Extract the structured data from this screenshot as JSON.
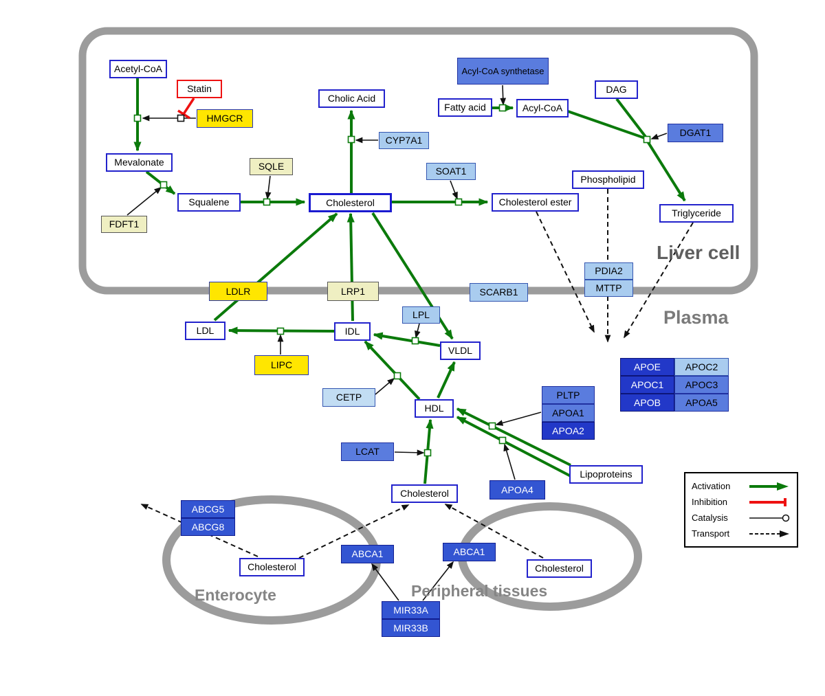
{
  "regions": {
    "liver_cell": "Liver cell",
    "plasma": "Plasma",
    "enterocyte": "Enterocyte",
    "peripheral_tissues": "Peripheral tissues"
  },
  "nodes": {
    "acetyl_coa": "Acetyl-CoA",
    "statin": "Statin",
    "hmgcr": "HMGCR",
    "mevalonate": "Mevalonate",
    "fdft1": "FDFT1",
    "squalene": "Squalene",
    "sqle": "SQLE",
    "cholic_acid": "Cholic Acid",
    "cyp7a1": "CYP7A1",
    "cholesterol_liver": "Cholesterol",
    "soat1": "SOAT1",
    "cholesterol_ester": "Cholesterol ester",
    "acyl_coa_synthetase": "Acyl-CoA synthetase",
    "fatty_acid": "Fatty acid",
    "acyl_coa": "Acyl-CoA",
    "dag": "DAG",
    "dgat1": "DGAT1",
    "phospholipid": "Phospholipid",
    "triglyceride": "Triglyceride",
    "pdia2": "PDIA2",
    "mttp": "MTTP",
    "ldlr": "LDLR",
    "lrp1": "LRP1",
    "scarb1": "SCARB1",
    "ldl": "LDL",
    "idl": "IDL",
    "lpl": "LPL",
    "vldl": "VLDL",
    "lipc": "LIPC",
    "cetp": "CETP",
    "hdl": "HDL",
    "pltp": "PLTP",
    "apoa1": "APOA1",
    "apoa2": "APOA2",
    "apoe": "APOE",
    "apoc2": "APOC2",
    "apoc1": "APOC1",
    "apoc3": "APOC3",
    "apob": "APOB",
    "apoa5": "APOA5",
    "lcat": "LCAT",
    "apoa4": "APOA4",
    "lipoproteins": "Lipoproteins",
    "cholesterol_plasma": "Cholesterol",
    "abcg5": "ABCG5",
    "abcg8": "ABCG8",
    "cholesterol_enterocyte": "Cholesterol",
    "abca1_enterocyte": "ABCA1",
    "abca1_peripheral": "ABCA1",
    "cholesterol_peripheral": "Cholesterol",
    "mir33a": "MIR33A",
    "mir33b": "MIR33B"
  },
  "legend": {
    "activation": "Activation",
    "inhibition": "Inhibition",
    "catalysis": "Catalysis",
    "transport": "Transport"
  },
  "colors": {
    "activation_green": "#0b7a0b",
    "inhibition_red": "#ee1111",
    "membrane_gray": "#9c9c9c",
    "node_border_blue": "#2222cc",
    "gene_yellow": "#ffe600",
    "gene_cream": "#efefc2",
    "gene_lightblue": "#a9ccef",
    "gene_midblue": "#5a7cde",
    "gene_blue": "#3355d2",
    "gene_darkblue": "#2238c8"
  },
  "edges": [
    {
      "from": "acetyl_coa",
      "to": "mevalonate",
      "type": "activation",
      "catalyst": "hmgcr"
    },
    {
      "from": "statin",
      "to": "hmgcr",
      "type": "inhibition"
    },
    {
      "from": "mevalonate",
      "to": "squalene",
      "type": "activation",
      "catalyst": "fdft1"
    },
    {
      "from": "squalene",
      "to": "cholesterol_liver",
      "type": "activation",
      "catalyst": "sqle"
    },
    {
      "from": "cholesterol_liver",
      "to": "cholic_acid",
      "type": "activation",
      "catalyst": "cyp7a1"
    },
    {
      "from": "cholesterol_liver",
      "to": "cholesterol_ester",
      "type": "activation",
      "catalyst": "soat1"
    },
    {
      "from": "fatty_acid",
      "to": "acyl_coa",
      "type": "activation",
      "catalyst": "acyl_coa_synthetase"
    },
    {
      "from": "acyl_coa",
      "to": "triglyceride",
      "type": "activation",
      "catalyst": "dgat1"
    },
    {
      "from": "dag",
      "to": "triglyceride",
      "type": "activation",
      "catalyst": "dgat1"
    },
    {
      "from": "ldl",
      "to": "cholesterol_liver",
      "type": "activation",
      "via": "ldlr"
    },
    {
      "from": "idl",
      "to": "cholesterol_liver",
      "type": "activation",
      "via": "lrp1"
    },
    {
      "from": "idl",
      "to": "ldl",
      "type": "activation",
      "catalyst": "lipc"
    },
    {
      "from": "vldl",
      "to": "idl",
      "type": "activation",
      "catalyst": "lpl"
    },
    {
      "from": "cholesterol_liver",
      "to": "vldl",
      "type": "activation"
    },
    {
      "from": "hdl",
      "to": "idl",
      "type": "activation",
      "catalyst": "cetp"
    },
    {
      "from": "hdl",
      "to": "vldl",
      "type": "activation"
    },
    {
      "from": "cholesterol_plasma",
      "to": "hdl",
      "type": "activation",
      "catalyst": "lcat"
    },
    {
      "from": "lipoproteins",
      "to": "hdl",
      "type": "activation",
      "catalyst": "apoa1"
    },
    {
      "from": "lipoproteins",
      "to": "hdl",
      "type": "activation",
      "catalyst": "apoa4"
    },
    {
      "from": "cholesterol_ester",
      "to": "plasma",
      "type": "transport"
    },
    {
      "from": "phospholipid",
      "to": "plasma",
      "type": "transport",
      "via": "pdia2/mttp"
    },
    {
      "from": "triglyceride",
      "to": "plasma",
      "type": "transport"
    },
    {
      "from": "cholesterol_enterocyte",
      "to": "plasma",
      "type": "transport",
      "via": "abcg5/abcg8"
    },
    {
      "from": "cholesterol_enterocyte",
      "to": "cholesterol_plasma",
      "type": "transport",
      "via": "abca1_enterocyte"
    },
    {
      "from": "cholesterol_peripheral",
      "to": "cholesterol_plasma",
      "type": "transport",
      "via": "abca1_peripheral"
    },
    {
      "from": "mir33a",
      "to": "abca1_enterocyte",
      "type": "regulation"
    },
    {
      "from": "mir33b",
      "to": "abca1_peripheral",
      "type": "regulation"
    }
  ]
}
